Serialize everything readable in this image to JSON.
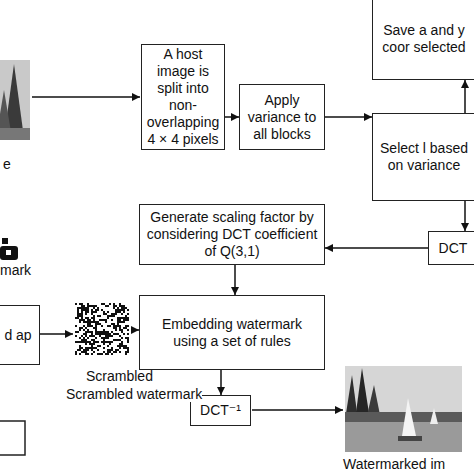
{
  "diagram": {
    "nodes": [
      {
        "text": [
          "A host image is split into non- overlapping 4 × 4 pixels"
        ]
      },
      {
        "text": [
          "Apply variance to all blocks"
        ]
      },
      {
        "text": [
          "Save a and y coor selected"
        ]
      },
      {
        "text": [
          "Select l based on variance"
        ]
      },
      {
        "text": [
          "DCT"
        ]
      },
      {
        "text": [
          "Generate scaling factor by considering DCT coefficient of Q(3,1)"
        ]
      },
      {
        "text": [
          "Embedding watermark using a set of rules"
        ]
      },
      {
        "text": [
          "d ap"
        ]
      },
      {
        "text": [
          "DCT⁻¹"
        ]
      }
    ],
    "edges": [
      {
        "from": 0,
        "to": 1,
        "arrow": "to"
      },
      {
        "from": 1,
        "to": 3,
        "arrow": "to"
      },
      {
        "from": 3,
        "to": 2,
        "arrow": "to"
      },
      {
        "from": 3,
        "to": 4,
        "arrow": "to"
      },
      {
        "from": 4,
        "to": 5,
        "arrow": "to"
      },
      {
        "from": 5,
        "to": 6,
        "arrow": "to"
      },
      {
        "from": 6,
        "to": 8,
        "arrow": "to"
      }
    ],
    "labels": [
      "e",
      "mark",
      "Scrambled",
      "Scrambled watermark",
      "Watermarked im"
    ]
  }
}
